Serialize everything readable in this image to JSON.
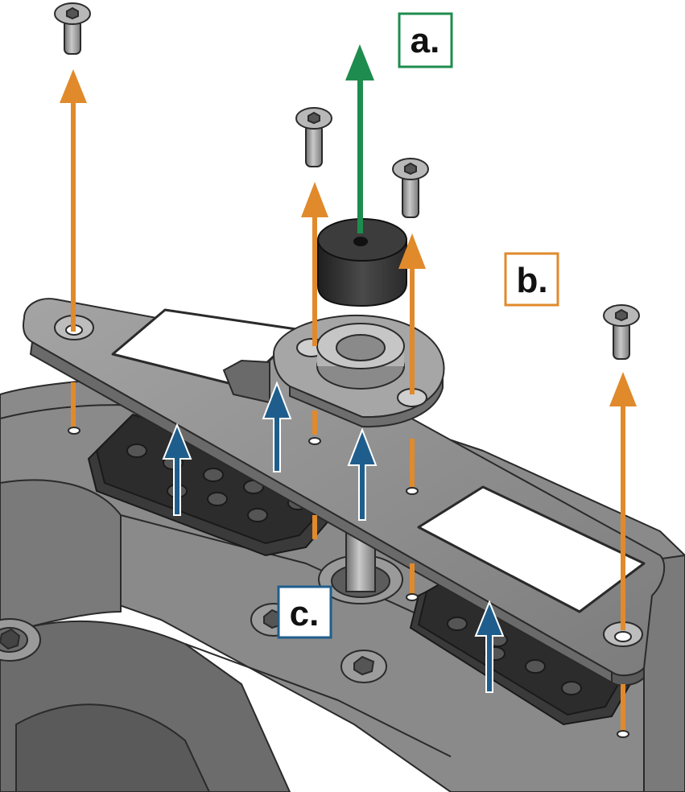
{
  "labels": {
    "a": {
      "text": "a.",
      "color": "#1e8c4e"
    },
    "b": {
      "text": "b.",
      "color": "#e08a2c"
    },
    "c": {
      "text": "c.",
      "color": "#1f5e8c"
    }
  },
  "colors": {
    "removal_arrow_green": "#1e8c4e",
    "screw_arrow_orange": "#e08a2c",
    "lift_arrow_blue": "#1f5e8c",
    "body_gray": "#8c8c8c",
    "dark_part": "#3a3a3a",
    "edge": "#2a2a2a"
  },
  "parts": [
    "screw",
    "screw",
    "screw",
    "screw",
    "cap",
    "bracket",
    "gasket-plate",
    "gasket-plate",
    "collar",
    "shaft"
  ]
}
